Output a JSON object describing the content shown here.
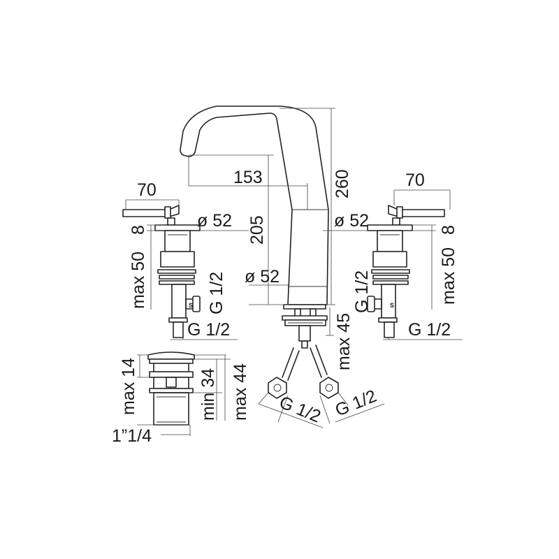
{
  "labels": {
    "spout_height": "260",
    "spout_reach": "153",
    "body_height": "205",
    "body_diameter": "ø 52",
    "deck_thickness": "max 45",
    "left_handle_width": "70",
    "left_rosette": "ø 52",
    "left_height": "8",
    "left_deck": "max 50",
    "left_side_conn": "G 1/2",
    "left_bottom_conn": "G 1/2",
    "right_handle_width": "70",
    "right_rosette": "ø 52",
    "right_height": "8",
    "right_deck": "max 50",
    "right_side_conn": "G 1/2",
    "right_bottom_conn": "G 1/2",
    "hose_left_conn": "G 1/2",
    "hose_right_conn": "G 1/2",
    "waste_max_14": "max 14",
    "waste_min_34": "min 34",
    "waste_max_44": "max 44",
    "waste_thread": "1”1/4",
    "valve_mark": "S"
  }
}
